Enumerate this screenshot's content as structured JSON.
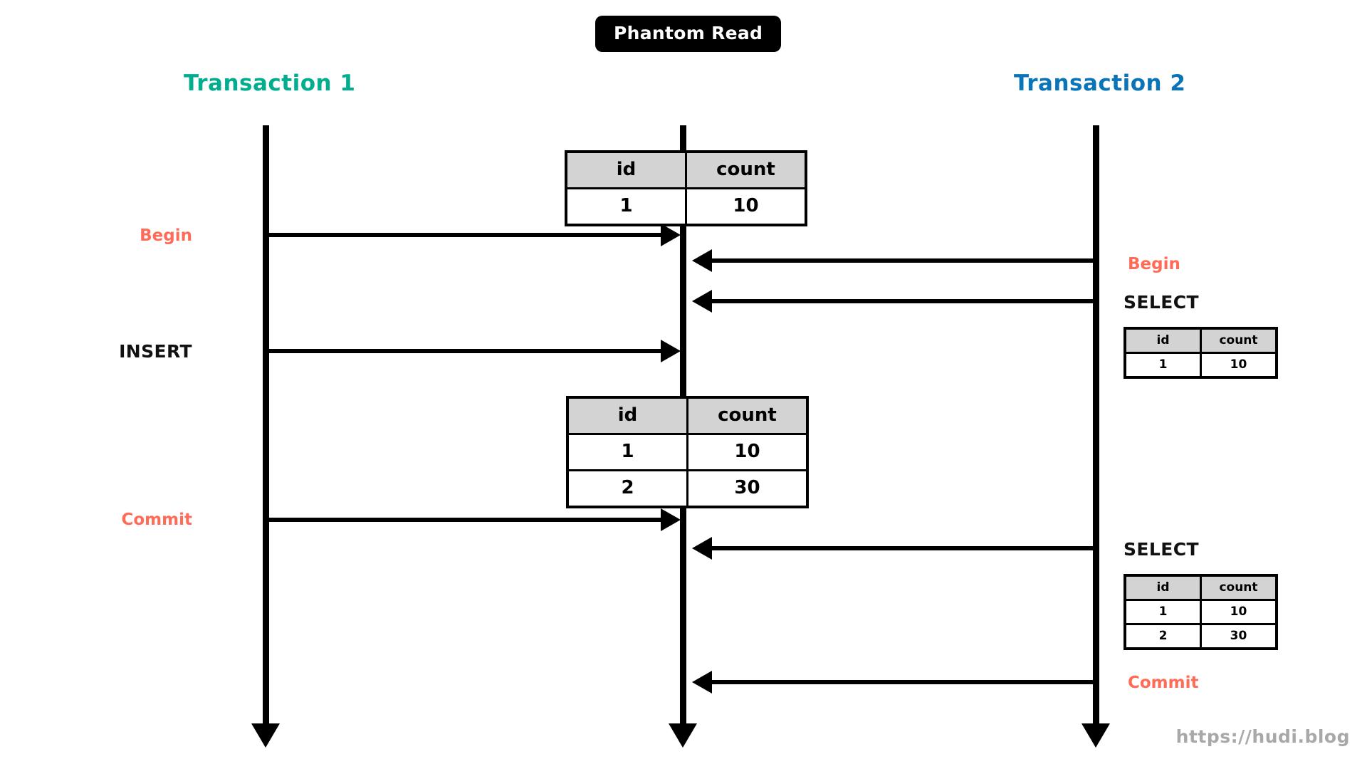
{
  "title": {
    "badge_label": "Phantom Read"
  },
  "columns": {
    "transaction1_label": "Transaction 1",
    "transaction2_label": "Transaction 2"
  },
  "colors": {
    "transaction1": "#00AD8E",
    "transaction2": "#0A74B8",
    "accent_coral": "#FF6B57",
    "line_black": "#000000",
    "table_header_gray": "#D3D3D3",
    "watermark_gray": "#A8A8A8",
    "background": "#FFFFFF"
  },
  "steps": {
    "t1_begin": "Begin",
    "t1_insert": "INSERT",
    "t1_commit": "Commit",
    "t2_begin": "Begin",
    "t2_select_first": "SELECT",
    "t2_select_second": "SELECT",
    "t2_commit": "Commit"
  },
  "tables": {
    "headers": [
      "id",
      "count"
    ],
    "center_initial": {
      "name": "center-table-initial",
      "rows": [
        [
          "1",
          "10"
        ]
      ]
    },
    "center_after_insert": {
      "name": "center-table-after-insert",
      "rows": [
        [
          "1",
          "10"
        ],
        [
          "2",
          "30"
        ]
      ]
    },
    "right_first_select": {
      "name": "right-table-first-select",
      "rows": [
        [
          "1",
          "10"
        ]
      ]
    },
    "right_second_select": {
      "name": "right-table-second-select",
      "rows": [
        [
          "1",
          "10"
        ],
        [
          "2",
          "30"
        ]
      ]
    }
  },
  "watermark": {
    "text": "https://hudi.blog"
  }
}
